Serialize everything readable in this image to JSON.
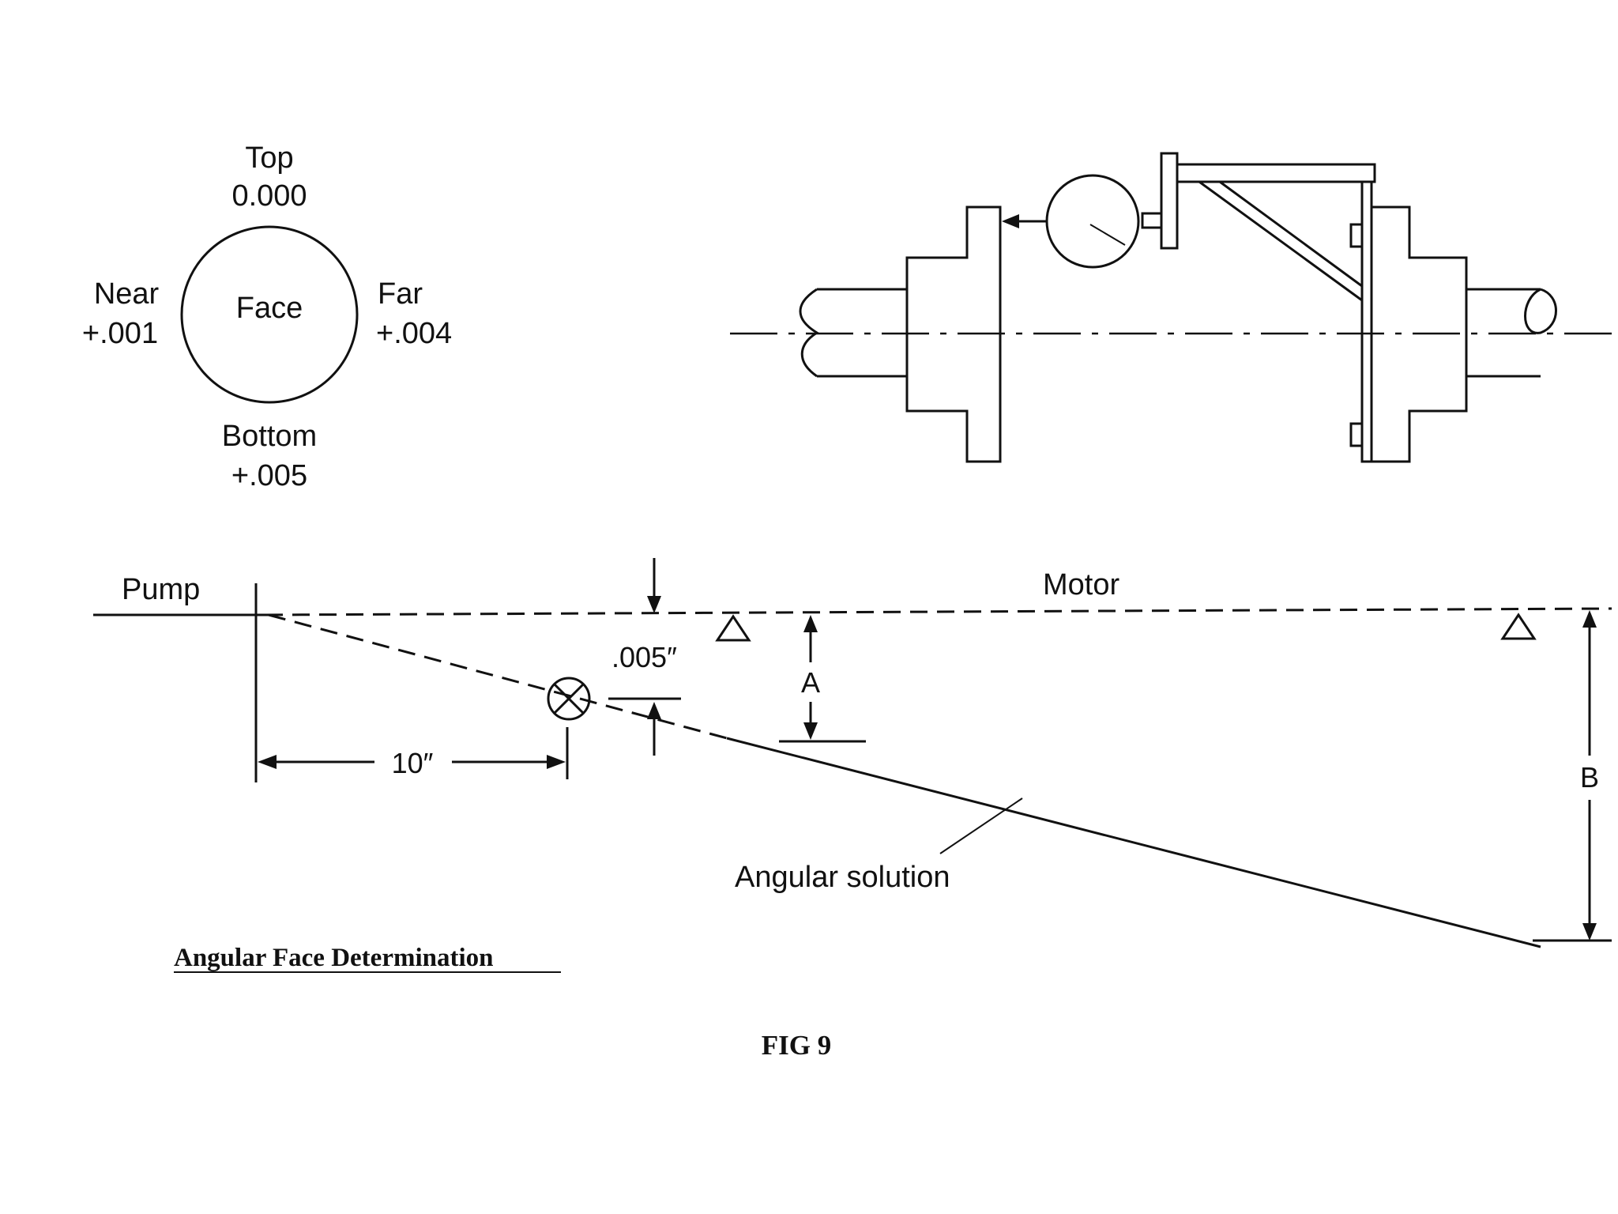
{
  "face_readings": {
    "center_label": "Face",
    "top": {
      "label": "Top",
      "value": "0.000"
    },
    "bottom": {
      "label": "Bottom",
      "value": "+.005"
    },
    "near": {
      "label": "Near",
      "value": "+.001"
    },
    "far": {
      "label": "Far",
      "value": "+.004"
    }
  },
  "alignment": {
    "pump_label": "Pump",
    "motor_label": "Motor",
    "offset_label": ".005″",
    "distance_label": "10″",
    "dim_a_label": "A",
    "dim_b_label": "B",
    "solution_label": "Angular solution"
  },
  "caption": "Angular Face Determination",
  "figure_label": "FIG 9"
}
